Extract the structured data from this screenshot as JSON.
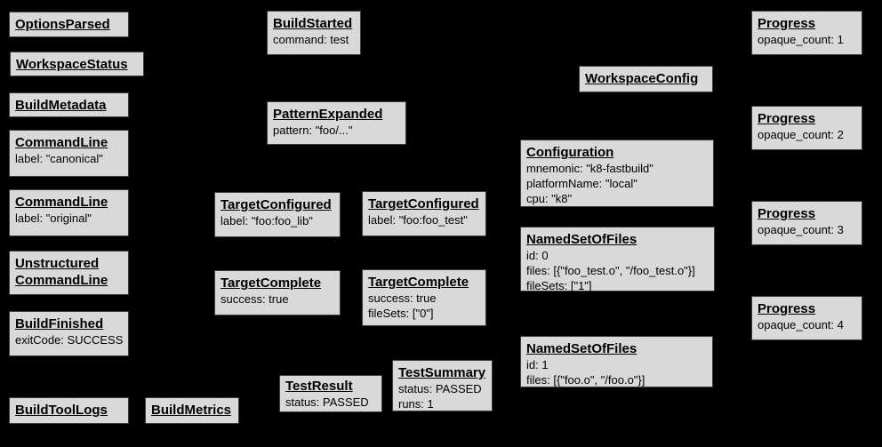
{
  "diagram": {
    "description": "Bazel Build Event Protocol event graph",
    "colors": {
      "background": "#000000",
      "box_fill": "#d9d9d9",
      "box_border": "#3c3c3c",
      "text": "#000000"
    },
    "boxes": [
      {
        "title": "OptionsParsed",
        "lines": []
      },
      {
        "title": "WorkspaceStatus",
        "lines": []
      },
      {
        "title": "BuildMetadata",
        "lines": []
      },
      {
        "title": "CommandLine",
        "lines": [
          "label: \"canonical\""
        ]
      },
      {
        "title": "CommandLine",
        "lines": [
          "label: \"original\""
        ]
      },
      {
        "title": "UnstructuredCommandLine",
        "title_lines": [
          "Unstructured",
          "CommandLine"
        ],
        "lines": []
      },
      {
        "title": "BuildFinished",
        "lines": [
          "exitCode: SUCCESS"
        ]
      },
      {
        "title": "BuildToolLogs",
        "lines": []
      },
      {
        "title": "BuildMetrics",
        "lines": []
      },
      {
        "title": "BuildStarted",
        "lines": [
          "command: test"
        ]
      },
      {
        "title": "PatternExpanded",
        "lines": [
          "pattern: \"foo/...\""
        ]
      },
      {
        "title": "TargetConfigured",
        "lines": [
          "label: \"foo:foo_lib\""
        ]
      },
      {
        "title": "TargetConfigured",
        "lines": [
          "label: \"foo:foo_test\""
        ]
      },
      {
        "title": "TargetComplete",
        "lines": [
          "success: true"
        ]
      },
      {
        "title": "TargetComplete",
        "lines": [
          "success: true",
          "fileSets: [\"0\"]"
        ]
      },
      {
        "title": "TestResult",
        "lines": [
          "status: PASSED"
        ]
      },
      {
        "title": "TestSummary",
        "lines": [
          "status: PASSED",
          "runs: 1"
        ]
      },
      {
        "title": "WorkspaceConfig",
        "lines": []
      },
      {
        "title": "Configuration",
        "lines": [
          "mnemonic: \"k8-fastbuild\"",
          "platformName: \"local\"",
          "cpu: \"k8\""
        ]
      },
      {
        "title": "NamedSetOfFiles",
        "lines": [
          "id: 0",
          "files: [{\"foo_test.o\", \"/foo_test.o\"}]",
          "fileSets: [\"1\"]"
        ]
      },
      {
        "title": "NamedSetOfFiles",
        "lines": [
          "id: 1",
          "files: [{\"foo.o\", \"/foo.o\"}]"
        ]
      },
      {
        "title": "Progress",
        "lines": [
          "opaque_count: 1"
        ]
      },
      {
        "title": "Progress",
        "lines": [
          "opaque_count: 2"
        ]
      },
      {
        "title": "Progress",
        "lines": [
          "opaque_count: 3"
        ]
      },
      {
        "title": "Progress",
        "lines": [
          "opaque_count: 4"
        ]
      }
    ]
  }
}
